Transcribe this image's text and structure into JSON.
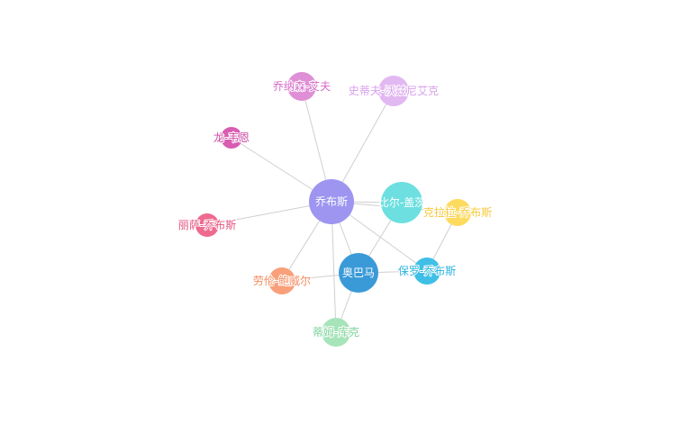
{
  "graph": {
    "nodes": [
      {
        "id": "jobs",
        "label": "乔布斯",
        "color": "#9d95f0",
        "label_color": "#ffffff"
      },
      {
        "id": "wozniak",
        "label": "史蒂夫-沃兹尼艾克",
        "color": "#e2b8f2",
        "label_color": "#d8a0ec"
      },
      {
        "id": "ive",
        "label": "乔纳森-艾夫",
        "color": "#df8fd6",
        "label_color": "#d46ac8"
      },
      {
        "id": "wayne",
        "label": "龙-韦恩",
        "color": "#d95cb1",
        "label_color": "#cc4aa2"
      },
      {
        "id": "lisa",
        "label": "丽萨-乔布斯",
        "color": "#ee6a8f",
        "label_color": "#e5547f"
      },
      {
        "id": "gates",
        "label": "比尔-盖茨",
        "color": "#6ddfe0",
        "label_color": "#ffffff"
      },
      {
        "id": "clara",
        "label": "克拉拉-乔布斯",
        "color": "#fddb5f",
        "label_color": "#f7c93a"
      },
      {
        "id": "paul",
        "label": "保罗-乔布斯",
        "color": "#3fbfe6",
        "label_color": "#2ab3df"
      },
      {
        "id": "obama",
        "label": "奥巴马",
        "color": "#3a9ad8",
        "label_color": "#ffffff"
      },
      {
        "id": "powell",
        "label": "劳伦-鲍威尔",
        "color": "#f9a07a",
        "label_color": "#f48b5f"
      },
      {
        "id": "cook",
        "label": "蒂姆-库克",
        "color": "#a7e4b9",
        "label_color": "#7ed399"
      }
    ],
    "edges": [
      [
        "jobs",
        "wozniak"
      ],
      [
        "jobs",
        "ive"
      ],
      [
        "jobs",
        "wayne"
      ],
      [
        "jobs",
        "lisa"
      ],
      [
        "jobs",
        "gates"
      ],
      [
        "jobs",
        "clara"
      ],
      [
        "jobs",
        "paul"
      ],
      [
        "jobs",
        "obama"
      ],
      [
        "jobs",
        "powell"
      ],
      [
        "jobs",
        "cook"
      ],
      [
        "gates",
        "obama"
      ],
      [
        "clara",
        "paul"
      ],
      [
        "obama",
        "paul"
      ],
      [
        "obama",
        "powell"
      ],
      [
        "obama",
        "cook"
      ]
    ]
  }
}
